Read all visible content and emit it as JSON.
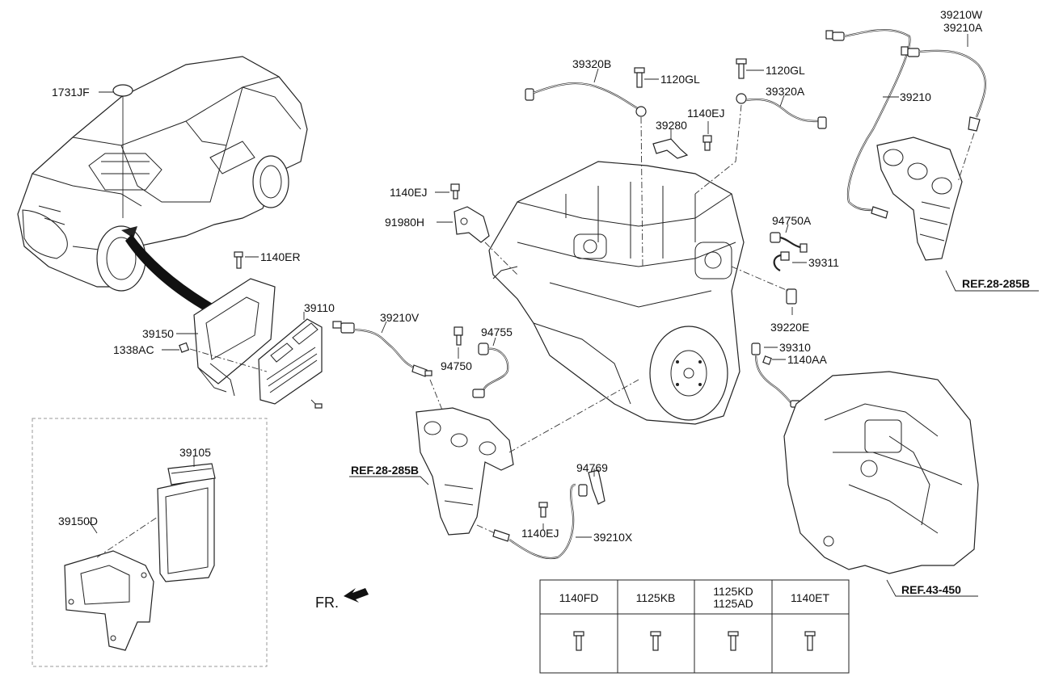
{
  "labels": {
    "l1731JF": "1731JF",
    "l1140ER": "1140ER",
    "l39150": "39150",
    "l39110": "39110",
    "l1338AC": "1338AC",
    "l39105": "39105",
    "l39150D": "39150D",
    "l39210V": "39210V",
    "l94755": "94755",
    "l94750": "94750",
    "l39320B": "39320B",
    "l1120GL_a": "1120GL",
    "l1120GL_b": "1120GL",
    "l39320A": "39320A",
    "l1140EJ_a": "1140EJ",
    "l39280": "39280",
    "l1140EJ_b": "1140EJ",
    "l91980H": "91980H",
    "l94750A": "94750A",
    "l39311": "39311",
    "l39220E": "39220E",
    "l39310": "39310",
    "l1140AA": "1140AA",
    "l39210W": "39210W",
    "l39210A": "39210A",
    "l39210": "39210",
    "l94769": "94769",
    "l1140EJ_c": "1140EJ",
    "l39210X": "39210X"
  },
  "references": {
    "ref_exhaust_left": "REF.28-285B",
    "ref_exhaust_right": "REF.28-285B",
    "ref_transaxle": "REF.43-450"
  },
  "front_indicator": "FR.",
  "fastener_table": {
    "headers": [
      "1140FD",
      "1125KB",
      "1125KD",
      "1140ET"
    ],
    "header_second_line": [
      "",
      "",
      "1125AD",
      ""
    ]
  }
}
